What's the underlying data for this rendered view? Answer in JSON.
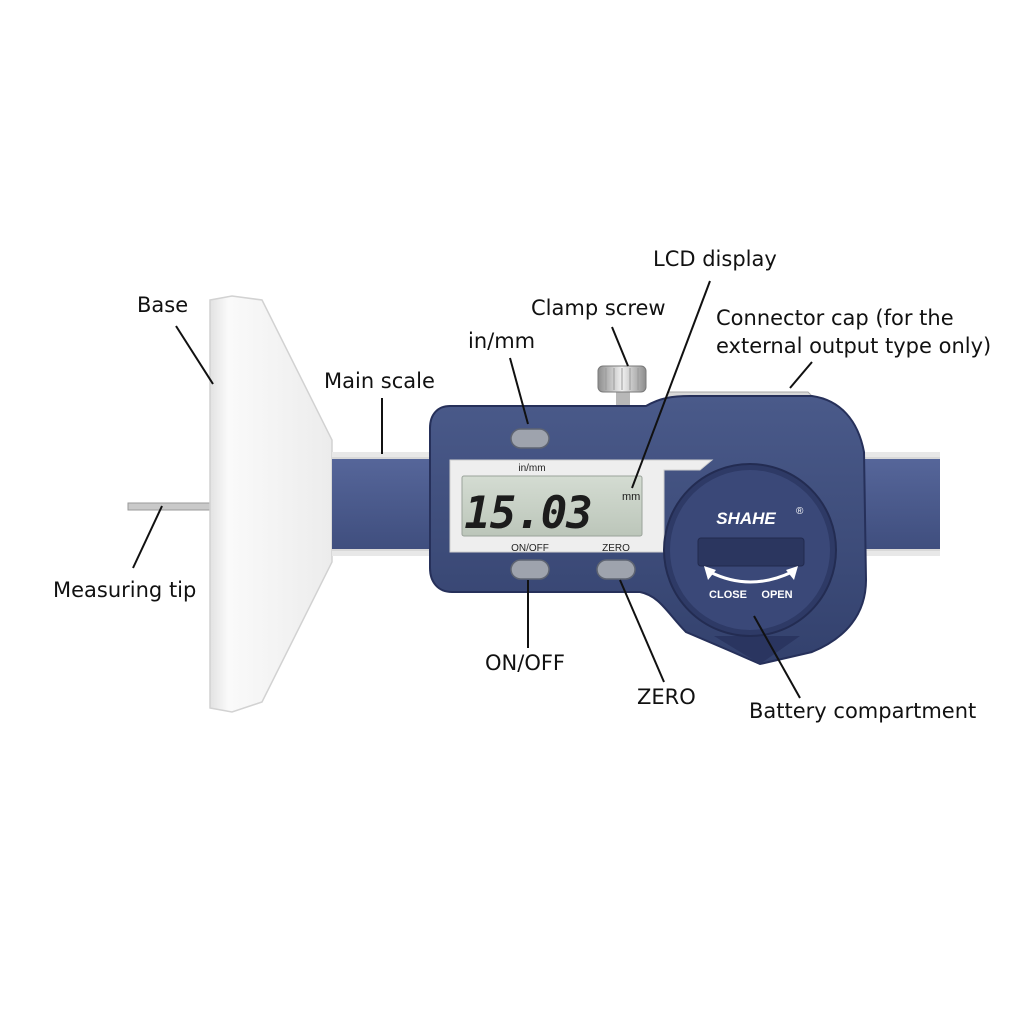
{
  "callouts": {
    "base": "Base",
    "main_scale": "Main scale",
    "in_mm": "in/mm",
    "clamp_screw": "Clamp screw",
    "lcd_display": "LCD display",
    "connector_cap_line1": "Connector cap (for the",
    "connector_cap_line2": "external output type only)",
    "measuring_tip": "Measuring tip",
    "on_off": "ON/OFF",
    "zero": "ZERO",
    "battery_compartment": "Battery compartment"
  },
  "device": {
    "brand": "SHAHE",
    "registered_mark": "®",
    "lcd": {
      "top_label": "in/mm",
      "reading": "15.03",
      "unit": "mm"
    },
    "button_labels": {
      "on_off": "ON/OFF",
      "zero": "ZERO"
    },
    "battery_cap": {
      "close": "CLOSE",
      "open": "OPEN"
    }
  },
  "colors": {
    "body": "#3b4a78",
    "body_dark": "#2c3862",
    "scale_band": "#4a5a8c",
    "lcd_bg": "#c9d2c7",
    "base_plate": "#f4f4f4",
    "metal": "#c8c8c8"
  }
}
